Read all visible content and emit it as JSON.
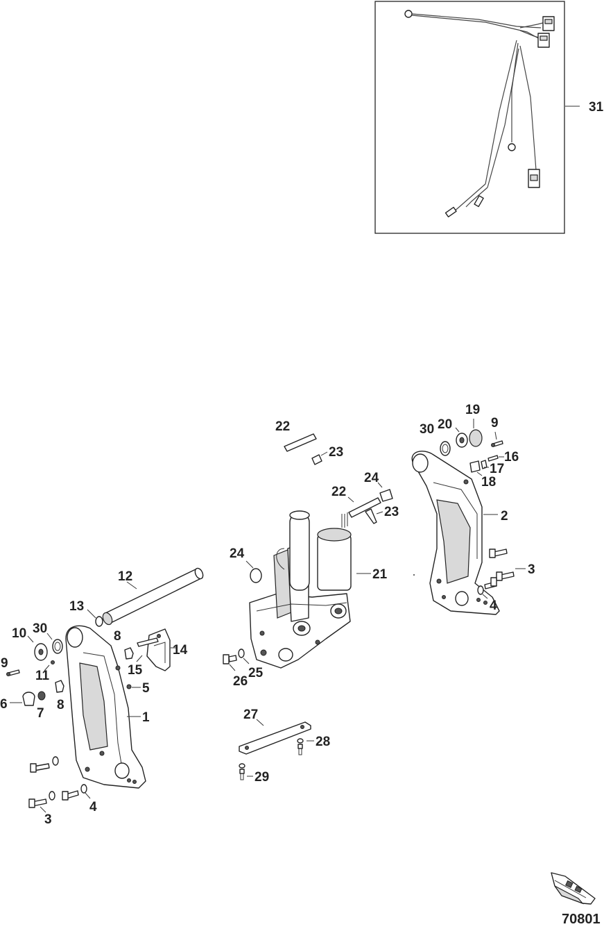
{
  "figure_number": "70801",
  "callouts": {
    "c1": "1",
    "c2": "2",
    "c3a": "3",
    "c3b": "3",
    "c4a": "4",
    "c4b": "4",
    "c5": "5",
    "c6": "6",
    "c7": "7",
    "c8a": "8",
    "c8b": "8",
    "c9a": "9",
    "c9b": "9",
    "c10": "10",
    "c11": "11",
    "c12": "12",
    "c13": "13",
    "c14": "14",
    "c15": "15",
    "c16": "16",
    "c17": "17",
    "c18": "18",
    "c19": "19",
    "c20": "20",
    "c21": "21",
    "c22a": "22",
    "c22b": "22",
    "c23a": "23",
    "c23b": "23",
    "c24a": "24",
    "c24b": "24",
    "c25": "25",
    "c26": "26",
    "c27": "27",
    "c28": "28",
    "c29": "29",
    "c30a": "30",
    "c30b": "30",
    "c31": "31"
  },
  "icons": {
    "boat_icon": "boat-icon"
  }
}
